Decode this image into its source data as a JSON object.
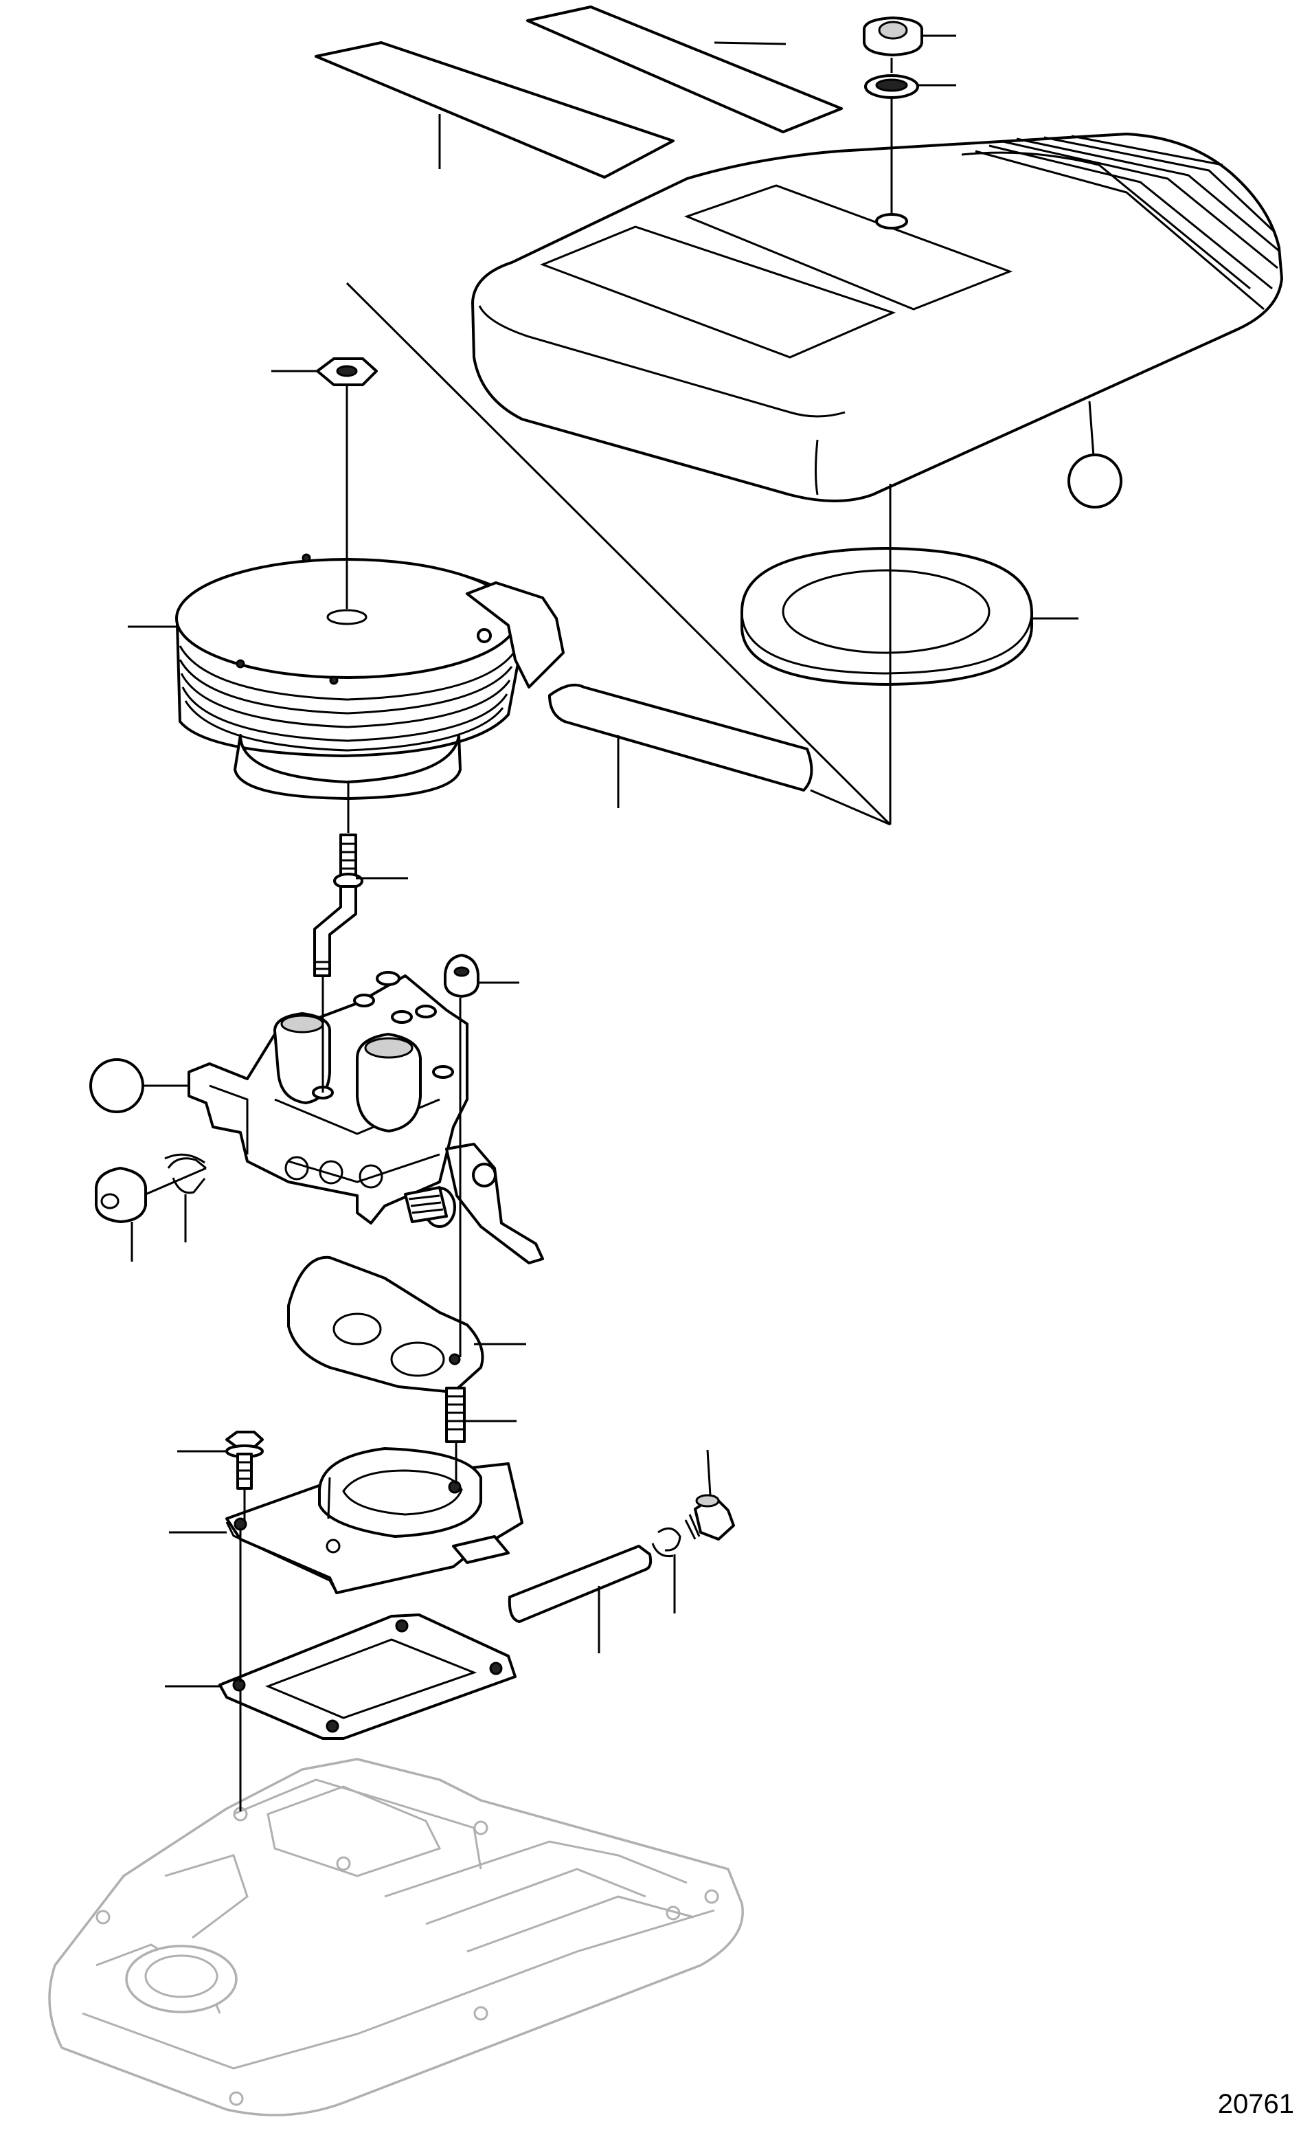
{
  "diagram": {
    "reference_number": "20761",
    "leader_lines": 24,
    "callout_circles": 2
  }
}
